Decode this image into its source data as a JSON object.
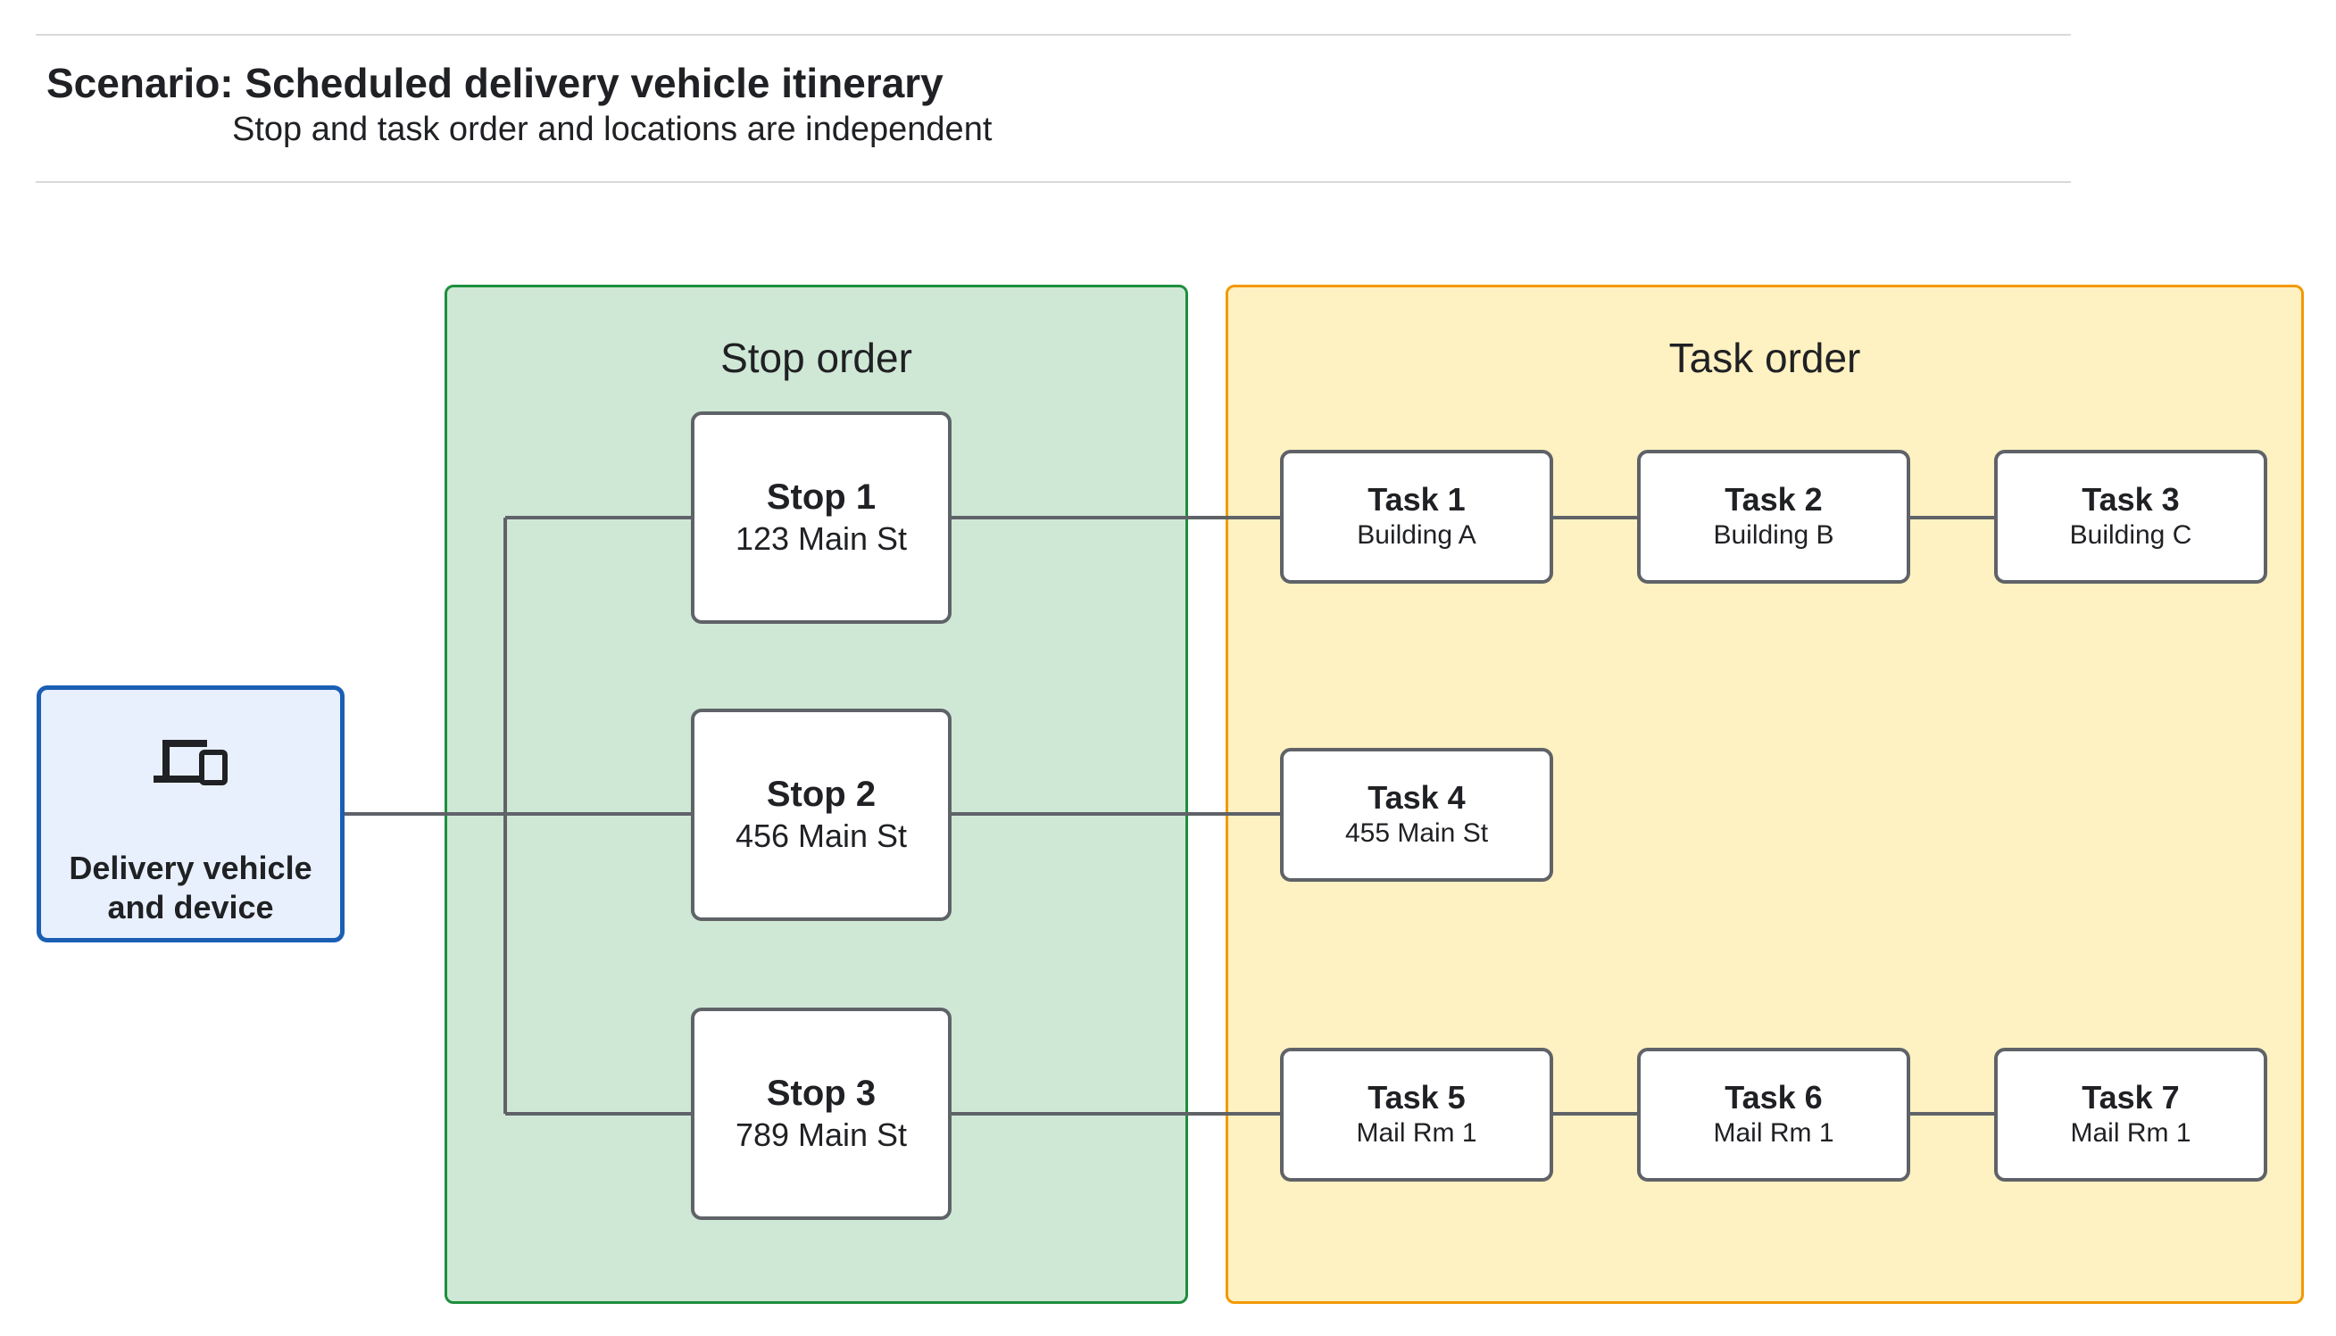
{
  "header": {
    "title": "Scenario: Scheduled delivery vehicle itinerary",
    "subtitle": "Stop and task order and locations are independent"
  },
  "vehicle": {
    "icon": "devices-icon",
    "label_line1": "Delivery vehicle",
    "label_line2": "and device",
    "border_color": "#1a5fb4",
    "fill_color": "#e8f0fe"
  },
  "stop_panel": {
    "title": "Stop order",
    "fill_color": "#cfe8d6",
    "border_color": "#1e8e3e",
    "stops": [
      {
        "name": "Stop 1",
        "address": "123 Main St"
      },
      {
        "name": "Stop 2",
        "address": "456 Main St"
      },
      {
        "name": "Stop 3",
        "address": "789 Main St"
      }
    ]
  },
  "task_panel": {
    "title": "Task order",
    "fill_color": "#fef1c2",
    "border_color": "#f29900",
    "tasks": [
      {
        "name": "Task 1",
        "location": "Building A"
      },
      {
        "name": "Task 2",
        "location": "Building B"
      },
      {
        "name": "Task 3",
        "location": "Building C"
      },
      {
        "name": "Task 4",
        "location": "455 Main St"
      },
      {
        "name": "Task 5",
        "location": "Mail Rm 1"
      },
      {
        "name": "Task 6",
        "location": "Mail Rm 1"
      },
      {
        "name": "Task 7",
        "location": "Mail Rm 1"
      }
    ]
  }
}
